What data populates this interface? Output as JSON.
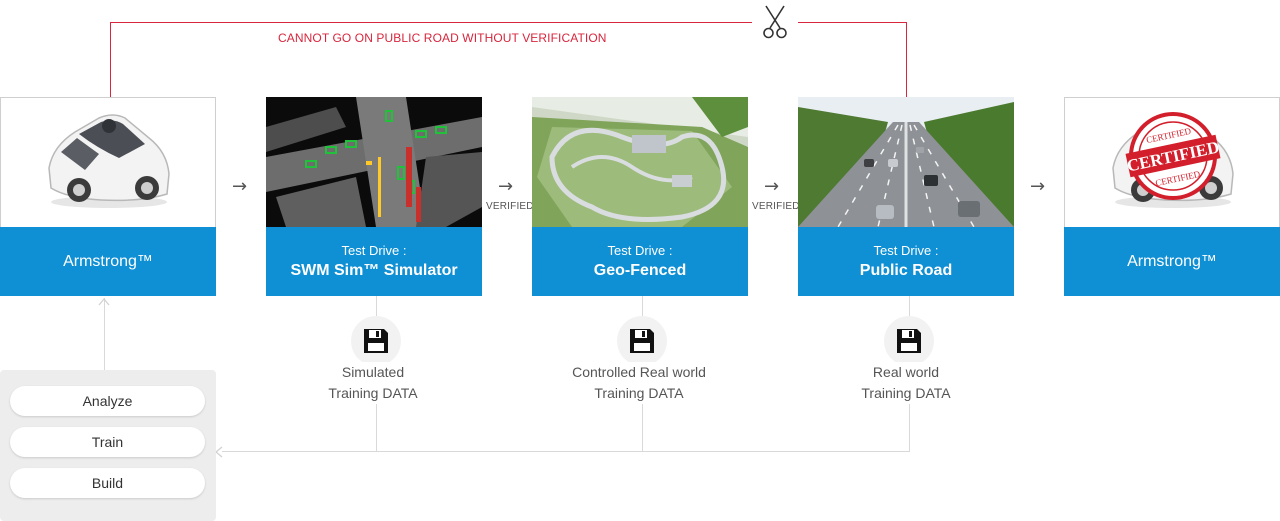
{
  "warning_text": "CANNOT GO ON PUBLIC ROAD WITHOUT VERIFICATION",
  "stages": [
    {
      "line1": "Armstrong™",
      "line2": ""
    },
    {
      "line1": "Test Drive :",
      "line2": "SWM Sim™ Simulator"
    },
    {
      "line1": "Test Drive :",
      "line2": "Geo-Fenced"
    },
    {
      "line1": "Test Drive :",
      "line2": "Public Road"
    },
    {
      "line1": "Armstrong™",
      "line2": ""
    }
  ],
  "verified_label": "VERIFIED",
  "certified_stamp": "CERTIFIED",
  "data_outputs": [
    {
      "line1": "Simulated",
      "line2": "Training DATA"
    },
    {
      "line1": "Controlled Real world",
      "line2": "Training DATA"
    },
    {
      "line1": "Real world",
      "line2": "Training DATA"
    }
  ],
  "process_steps": [
    "Analyze",
    "Train",
    "Build"
  ],
  "colors": {
    "accent_blue": "#0f8fd4",
    "warning_red": "#d7263d",
    "panel_gray": "#ededed"
  },
  "icons": [
    "scissors-icon",
    "arrow-right-icon",
    "floppy-disk-icon",
    "certified-stamp"
  ]
}
